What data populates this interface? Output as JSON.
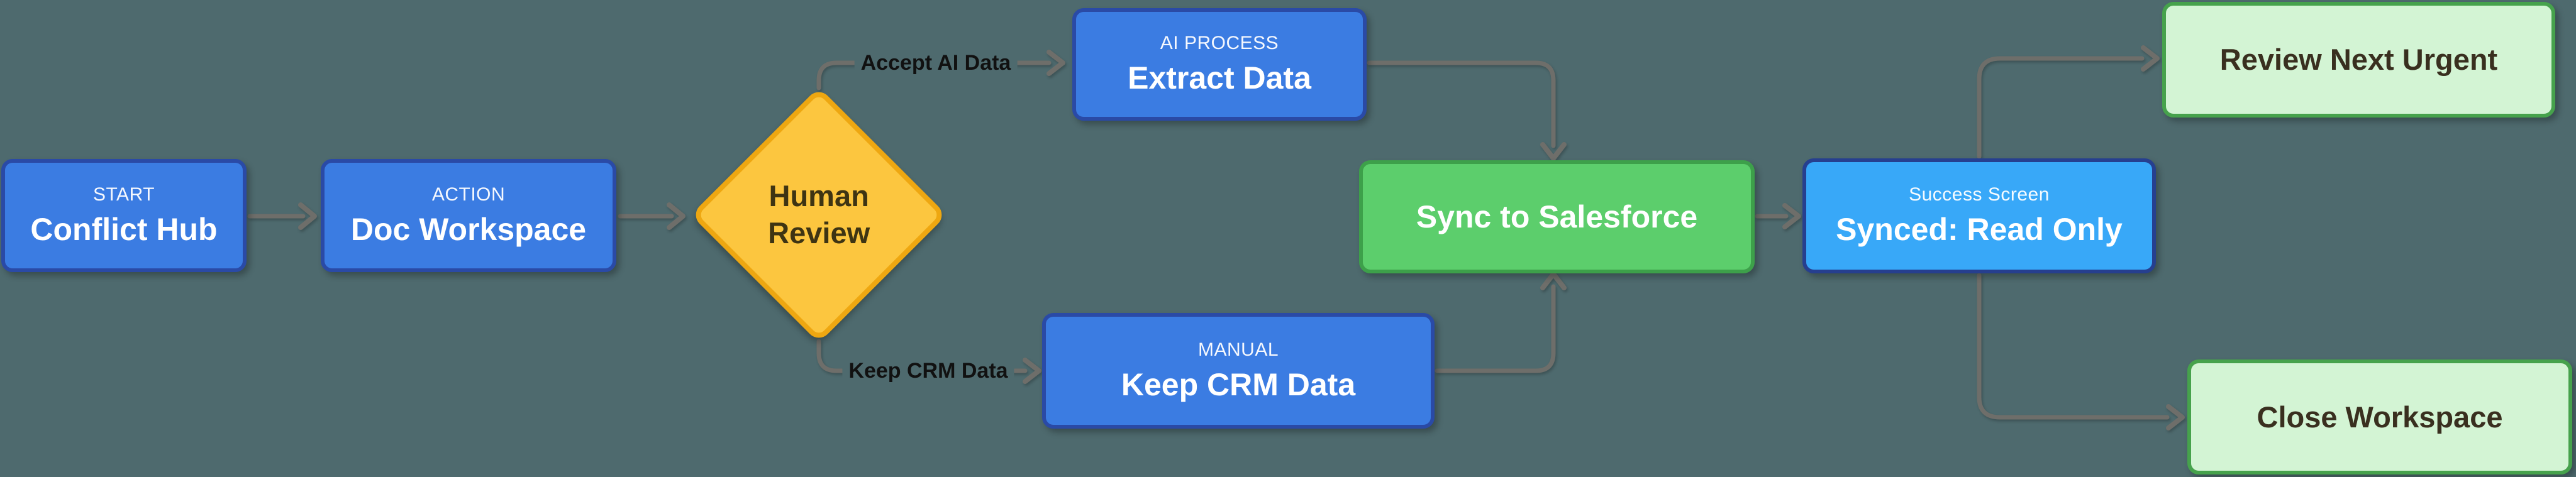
{
  "canvas": {
    "background": "#4e6a6e"
  },
  "colors": {
    "background": "#4e6a6e",
    "process_fill": "#3b7ce2",
    "process_border": "#2a4aa6",
    "success_fill": "#38a8f8",
    "success_border": "#263f8f",
    "sync_fill": "#5cce6c",
    "sync_border": "#3da04a",
    "terminal_fill": "#d3f4d4",
    "terminal_border": "#46a24c",
    "terminal_text": "#392f1f",
    "diamond_fill": "#fcc63f",
    "diamond_border": "#eea711",
    "diamond_text": "#3e3413",
    "edge_line": "#6e6e6a",
    "edge_label_text": "#111111",
    "node_text": "#ffffff"
  },
  "nodes": [
    {
      "id": "conflict-hub",
      "tag": "START",
      "title": "Conflict Hub"
    },
    {
      "id": "doc-workspace",
      "tag": "ACTION",
      "title": "Doc Workspace"
    },
    {
      "id": "human-review",
      "title": "Human Review"
    },
    {
      "id": "extract-data",
      "tag": "AI PROCESS",
      "title": "Extract Data"
    },
    {
      "id": "keep-crm-data",
      "tag": "MANUAL",
      "title": "Keep CRM Data"
    },
    {
      "id": "sync-salesforce",
      "title": "Sync to Salesforce"
    },
    {
      "id": "success-screen",
      "tag": "Success Screen",
      "title": "Synced: Read Only"
    },
    {
      "id": "review-next-urgent",
      "title": "Review Next Urgent"
    },
    {
      "id": "close-workspace",
      "title": "Close Workspace"
    }
  ],
  "edges": {
    "accept_label": "Accept AI Data",
    "keep_label": "Keep CRM Data"
  }
}
